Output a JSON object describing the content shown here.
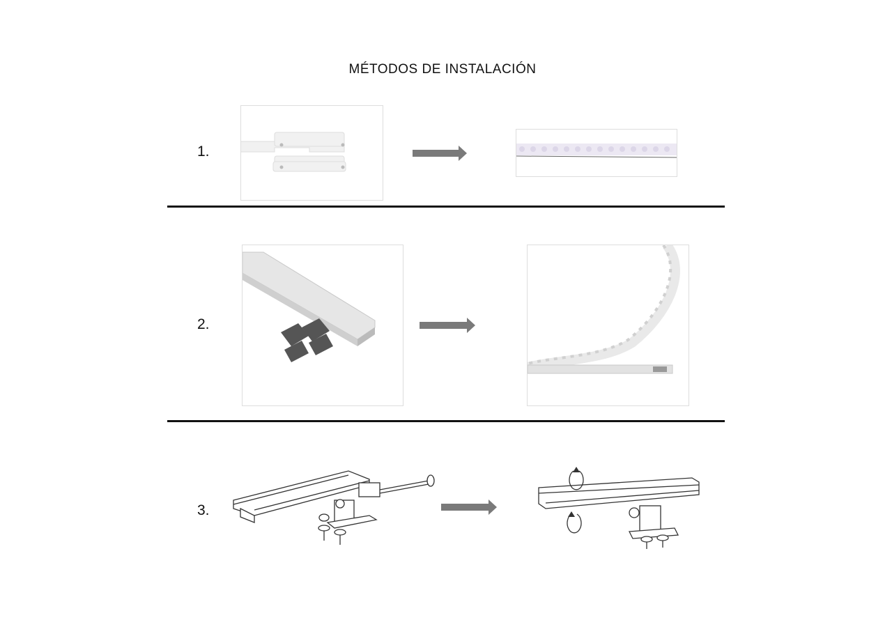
{
  "title": "MÉTODOS DE INSTALACIÓN",
  "steps": [
    {
      "label": "1."
    },
    {
      "label": "2."
    },
    {
      "label": "3."
    }
  ],
  "colors": {
    "arrow": "#7a7a7a",
    "divider": "#111111"
  }
}
